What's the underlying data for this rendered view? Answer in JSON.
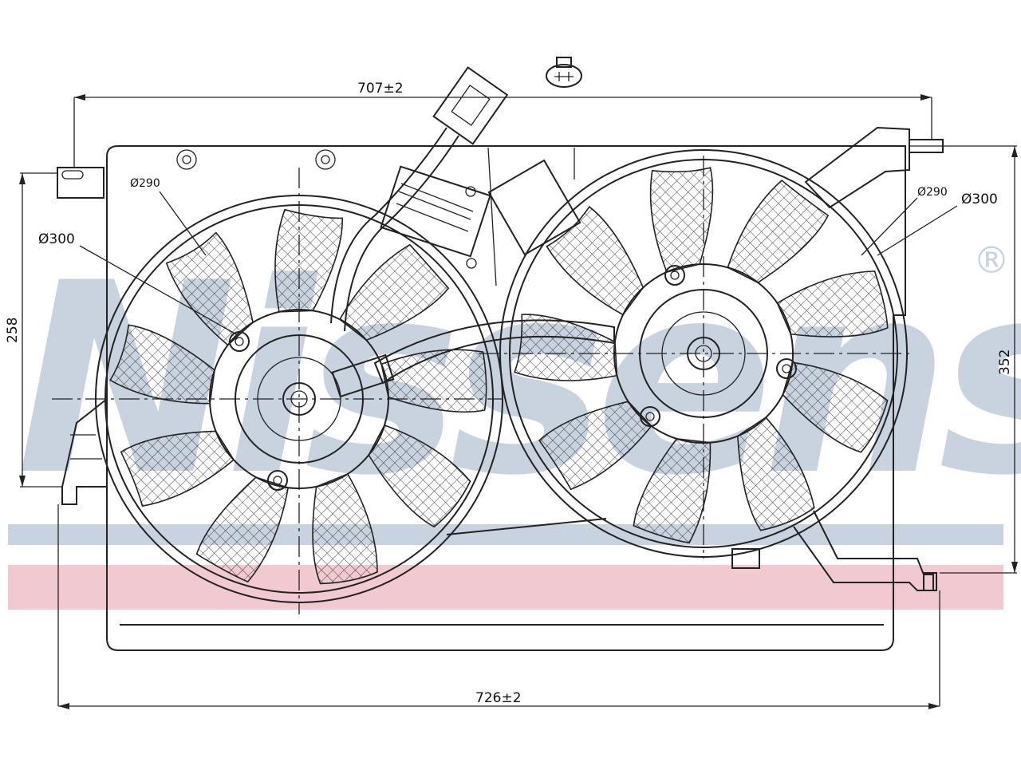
{
  "watermark": {
    "brand_text": "Nissens",
    "registered_symbol": "®",
    "stripe_colors": {
      "blue": "#c9d3e0",
      "red": "#f1c9d1"
    }
  },
  "dimensions": {
    "top_width": "707±2",
    "bottom_width": "726±2",
    "left_height": "258",
    "right_height": "352",
    "left_fan_inner_diameter": "Ø290",
    "left_fan_outer_diameter": "Ø300",
    "right_fan_inner_diameter": "Ø290",
    "right_fan_outer_diameter": "Ø300"
  },
  "icons": {
    "connector": "connector-icon",
    "left_fan": "fan-icon",
    "right_fan": "fan-icon"
  },
  "fans": {
    "left_blade_count": 9,
    "right_blade_count": 9
  }
}
